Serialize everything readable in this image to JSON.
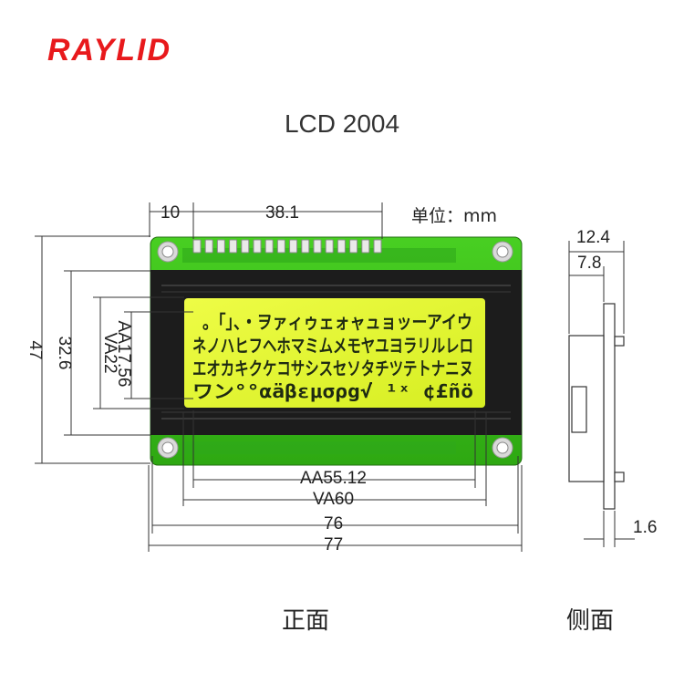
{
  "brand": "RAYLID",
  "title": "LCD 2004",
  "unit_label": "单位：mm",
  "dimensions": {
    "pin_offset": "10",
    "pin_span": "38.1",
    "overall_height": "47",
    "bezel_height": "32.6",
    "viewing_area_height": "VA22",
    "active_area_height": "AA17.56",
    "active_area_width": "AA55.12",
    "viewing_area_width": "VA60",
    "hole_span_width": "76",
    "overall_width": "77",
    "side_total_thickness": "12.4",
    "side_module_thickness": "7.8",
    "side_pcb_thickness": "1.6"
  },
  "display_lines": [
    "。「」、・ヲァィゥェォャュョッーアイウ",
    "ネノハヒフヘホマミムメモヤユヨラリルレロ",
    "エオカキクケコサシスセソタチツテトナニヌ",
    "ワン°°αäβεμσρg√ ¹ˣ ¢£ñö"
  ],
  "captions": {
    "front": "正面",
    "side": "侧面"
  },
  "colors": {
    "brand": "#e8191c",
    "pcb": "#3fc21c",
    "bezel": "#1c1c1c",
    "lcd": "#e2f52e"
  }
}
